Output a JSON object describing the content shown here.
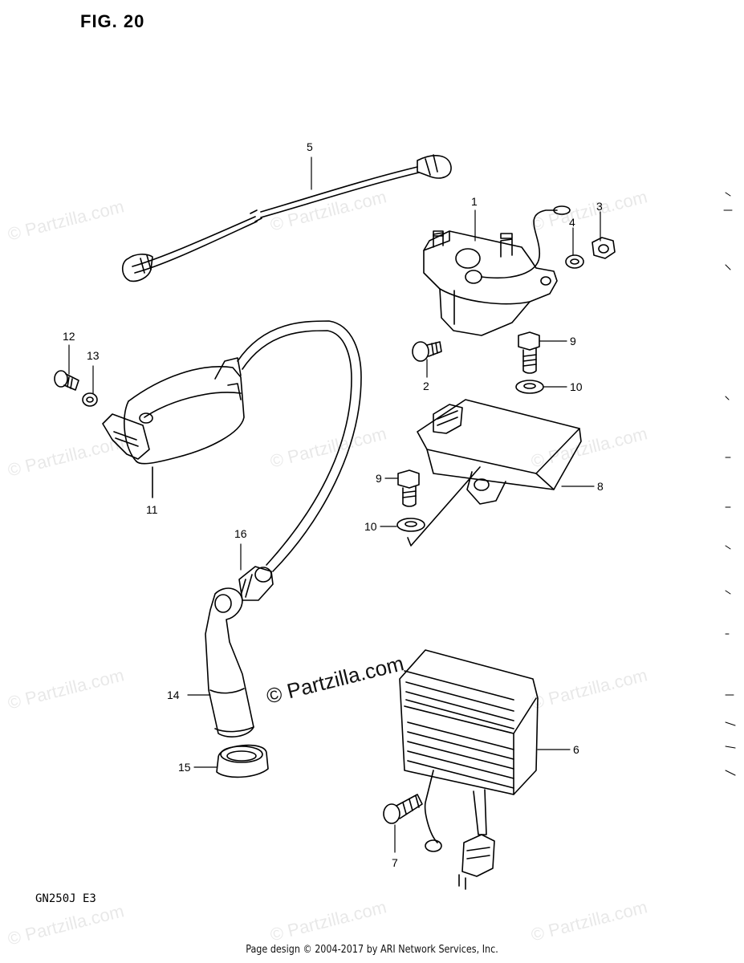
{
  "figure_title": "FIG. 20",
  "model_code": "GN250J E3",
  "footer_text": "Page design © 2004-2017 by ARI Network Services, Inc.",
  "watermark_text": "© Partzilla.com",
  "watermark_main_text": "© Partzilla.com",
  "callouts": [
    "1",
    "2",
    "3",
    "4",
    "5",
    "6",
    "7",
    "8",
    "9",
    "10",
    "9",
    "10",
    "11",
    "12",
    "13",
    "14",
    "15",
    "16"
  ]
}
